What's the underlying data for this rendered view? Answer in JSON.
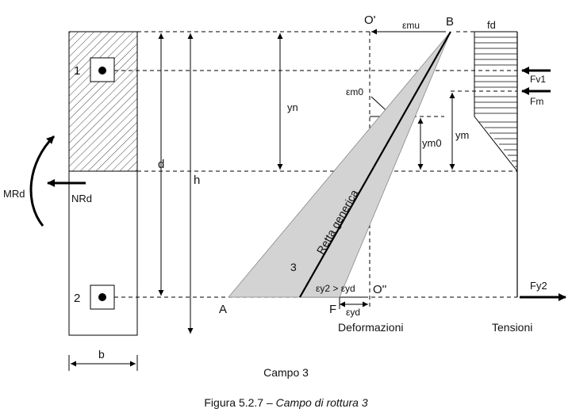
{
  "labels": {
    "O_prime": "O'",
    "B": "B",
    "eps_mu": "εmu",
    "fd": "fd",
    "F_v1": "Fv1",
    "F_m": "Fm",
    "eps_m0": "εm0",
    "y_n": "yn",
    "y_m0": "ym0",
    "y_m": "ym",
    "M_Rd": "MRd",
    "N_Rd": "NRd",
    "d": "d",
    "h": "h",
    "bar_1": "1",
    "bar_2": "2",
    "retta": "Retta generica",
    "three": "3",
    "eps_cond": "εy2 > εyd",
    "eps_yd": "εyd",
    "O_dblprime": "O''",
    "A": "A",
    "F": "F",
    "F_y2": "Fy2",
    "b": "b",
    "deformazioni": "Deformazioni",
    "tensioni": "Tensioni"
  },
  "campo": "Campo 3",
  "caption": {
    "prefix": "Figura 5.2.7 – ",
    "title": "Campo di rottura 3"
  }
}
